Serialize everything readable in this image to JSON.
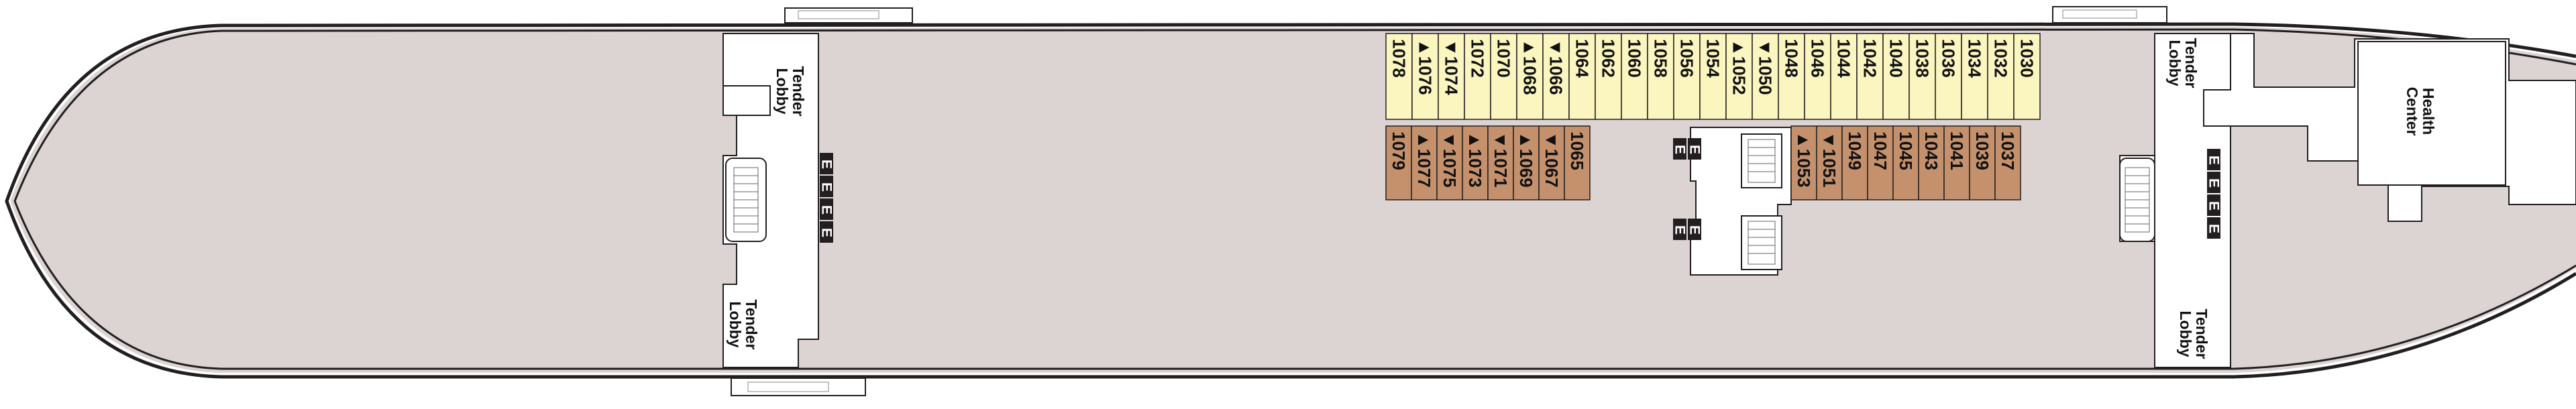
{
  "deck": {
    "colors": {
      "interior": "#dcd4d2",
      "ocean_view_cabin": "#fbf6c0",
      "veranda_cabin": "#c4916c",
      "elevator": "#231f20",
      "hull_outline": "#231f20",
      "wall": "#ffffff"
    },
    "upper_cabins": [
      "1078",
      "▲1076",
      "▼1074",
      "1072",
      "1070",
      "▲1068",
      "▼1066",
      "1064",
      "1062",
      "1060",
      "1058",
      "1056",
      "1054",
      "▲1052",
      "▼1050",
      "1048",
      "1046",
      "1044",
      "1042",
      "1040",
      "1038",
      "1036",
      "1034",
      "1032",
      "1030"
    ],
    "lower_cabins_aft": [
      "1079",
      "▲1077",
      "▼1075",
      "▲1073",
      "▼1071",
      "▲1069",
      "▼1067",
      "1065"
    ],
    "lower_cabins_mid": [
      "▲1053",
      "▼1051",
      "1049",
      "1047",
      "1045",
      "1043",
      "1041",
      "1039",
      "1037"
    ],
    "rooms": {
      "tender_lobby_aft_top": "Tender Lobby",
      "tender_lobby_aft_bottom": "Tender Lobby",
      "tender_lobby_fwd_top": "Tender Lobby",
      "tender_lobby_fwd_bottom": "Tender Lobby",
      "health_center": "Health Center"
    },
    "elevator_letter": "E"
  }
}
